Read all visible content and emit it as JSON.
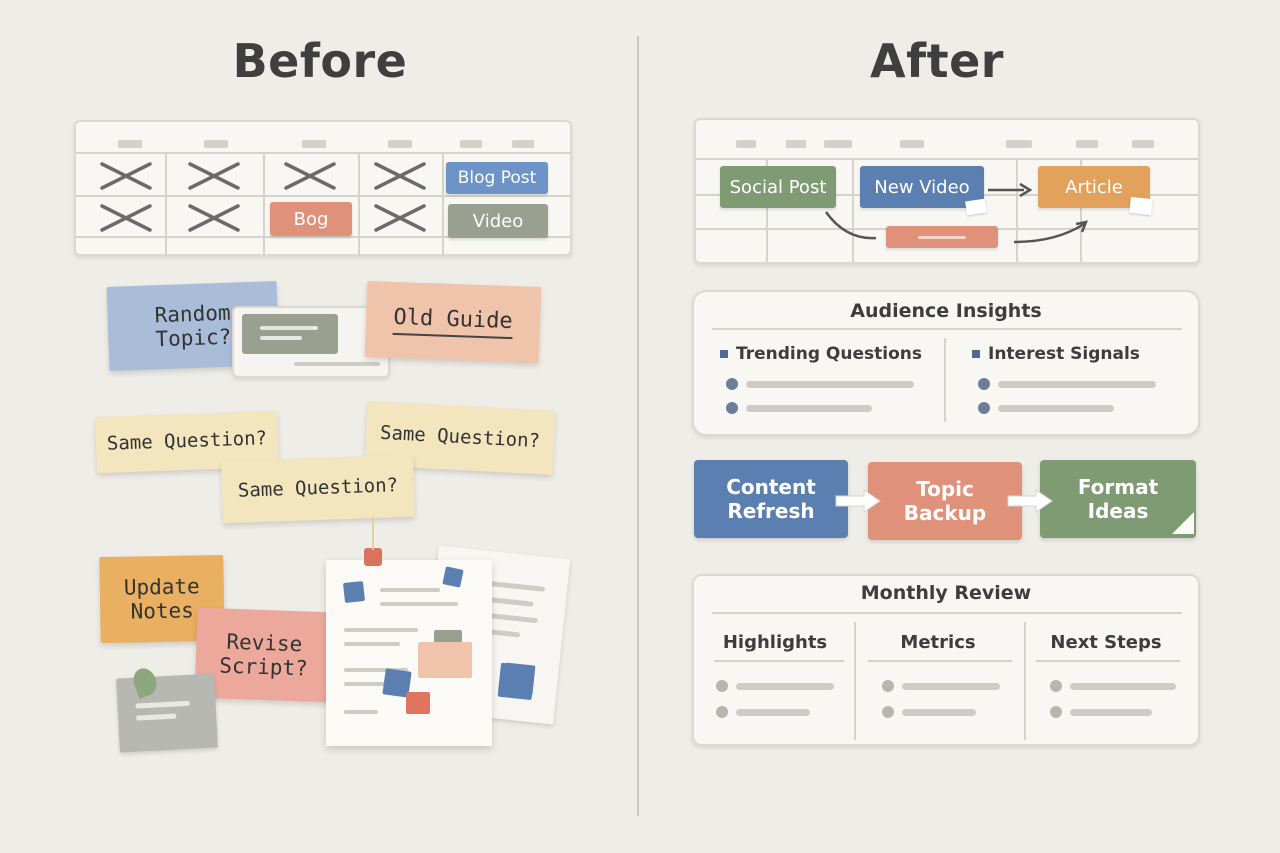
{
  "before": {
    "title": "Before",
    "calendar_chips": {
      "blog_post": "Blog Post",
      "bog": "Bog",
      "video": "Video"
    },
    "notes": {
      "random_topic": "Random\nTopic?",
      "old_guide": "Old Guide",
      "same_question_1": "Same Question?",
      "same_question_2": "Same Question?",
      "same_question_3": "Same Question?",
      "update_notes": "Update\nNotes",
      "revise_script": "Revise\nScript?"
    }
  },
  "after": {
    "title": "After",
    "calendar_chips": {
      "social_post": "Social Post",
      "new_video": "New Video",
      "article": "Article"
    },
    "audience_insights": {
      "title": "Audience Insights",
      "col1": "Trending Questions",
      "col2": "Interest Signals"
    },
    "flow": {
      "content_refresh": "Content\nRefresh",
      "topic_backup": "Topic\nBackup",
      "format_ideas": "Format\nIdeas"
    },
    "monthly_review": {
      "title": "Monthly Review",
      "col1": "Highlights",
      "col2": "Metrics",
      "col3": "Next Steps"
    }
  },
  "colors": {
    "blue": "#5b7fb0",
    "green": "#7e9b74",
    "orange": "#e2a25b",
    "salmon": "#e0917a",
    "gray_chip": "#9aa08f",
    "sticky_blue": "#a9bcd8",
    "sticky_peach": "#efc4aa",
    "sticky_cream": "#f3e5bd",
    "sticky_yellow": "#e9b061",
    "sticky_pink": "#eca99b"
  }
}
